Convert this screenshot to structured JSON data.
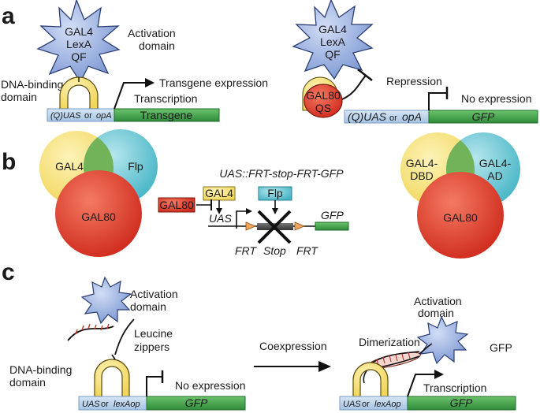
{
  "panel_a": {
    "letter": "a",
    "left": {
      "star": [
        "GAL4",
        "LexA",
        "QF"
      ],
      "activation_domain": [
        "Activation",
        "domain"
      ],
      "dna_binding": [
        "DNA-binding",
        "domain"
      ],
      "transgene_expression": "Transgene expression",
      "transcription": "Transcription",
      "uas_box": [
        "(Q)UAS",
        "or",
        "opA"
      ],
      "transgene_box": "Transgene"
    },
    "right": {
      "star": [
        "GAL4",
        "LexA",
        "QF"
      ],
      "repressor": [
        "GAL80",
        "QS"
      ],
      "repression": "Repression",
      "no_expression": "No expression",
      "uas_box": [
        "(Q)UAS",
        "or",
        "opA"
      ],
      "gfp_box": "GFP"
    }
  },
  "panel_b": {
    "letter": "b",
    "left_venn": [
      "GAL4",
      "Flp",
      "GAL80"
    ],
    "construct": {
      "title": "UAS::FRT-stop-FRT-GFP",
      "gal80": "GAL80",
      "gal4": "GAL4",
      "flp": "Flp",
      "uas": "UAS",
      "gfp": "GFP",
      "frt1": "FRT",
      "stop": "Stop",
      "frt2": "FRT"
    },
    "right_venn": {
      "left": [
        "GAL4-",
        "DBD"
      ],
      "right": [
        "GAL4-",
        "AD"
      ],
      "bottom": "GAL80"
    }
  },
  "panel_c": {
    "letter": "c",
    "activation_domain": [
      "Activation",
      "domain"
    ],
    "leucine": [
      "Leucine",
      "zippers"
    ],
    "dna_binding": [
      "DNA-binding",
      "domain"
    ],
    "no_expression": "No expression",
    "uas_box": [
      "UAS",
      "or",
      "lexAop"
    ],
    "gfp_box": "GFP",
    "coexpression": "Coexpression",
    "right": {
      "activation_domain": [
        "Activation",
        "domain"
      ],
      "dimerization": "Dimerization",
      "gfp": "GFP",
      "transcription": "Transcription",
      "uas_box": [
        "UAS",
        "or",
        "lexAop"
      ],
      "gfp_box": "GFP"
    }
  },
  "colors": {
    "star_fill": "#8fa9dc",
    "star_stroke": "#2c3e74",
    "yellow": "#f5dd60",
    "cyan": "#58c3d2",
    "red": "#e23a2a",
    "green": "#43a047",
    "uas_box": "#b7d1ea",
    "orange": "#f4a45d"
  }
}
